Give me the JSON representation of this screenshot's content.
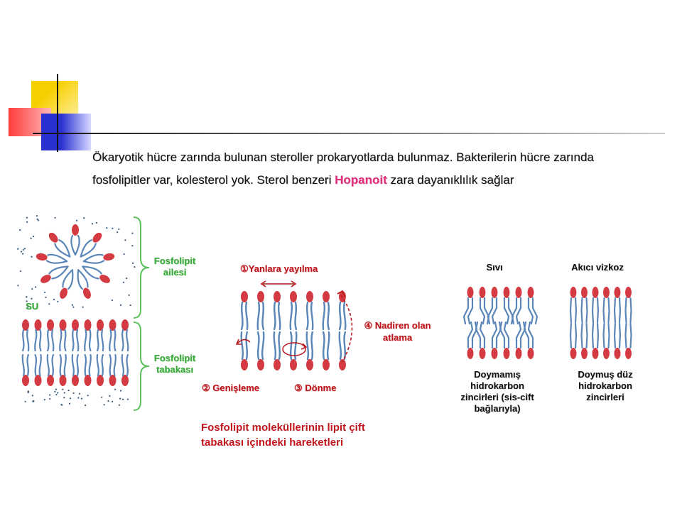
{
  "paragraph": {
    "part1": "Ökaryotik hücre zarında bulunan steroller prokaryotlarda bulunmaz. Bakterilerin hücre zarında fosfolipitler var, kolesterol yok. Sterol benzeri ",
    "highlight": "Hopanoit",
    "part2": " zara dayanıklılık sağlar"
  },
  "left_figure": {
    "label_micelle": "Fosfolipit ailesi",
    "label_water": "SU",
    "label_bilayer": "Fosfolipit tabakası"
  },
  "motion_figure": {
    "label_lateral": "①Yanlara yayılma",
    "label_flip": "④ Nadiren olan atlama",
    "label_flex": "② Genişleme",
    "label_rotation": "③ Dönme",
    "caption": "Fosfolipit moleküllerinin lipit çift tabakası içindeki hareketleri"
  },
  "right_figures": {
    "fluid_title": "Sıvı",
    "viscous_title": "Akıcı vizkoz",
    "fluid_caption": "Doymamış hidrokarbon zincirleri (sis-cift bağlarıyla)",
    "viscous_caption": "Doymuş düz hidrokarbon zincirleri"
  },
  "colors": {
    "head": "#d43a42",
    "tail": "#5b86b8",
    "green_label": "#3aa83a",
    "red_label": "#b8161c",
    "highlight": "#e0307c"
  }
}
